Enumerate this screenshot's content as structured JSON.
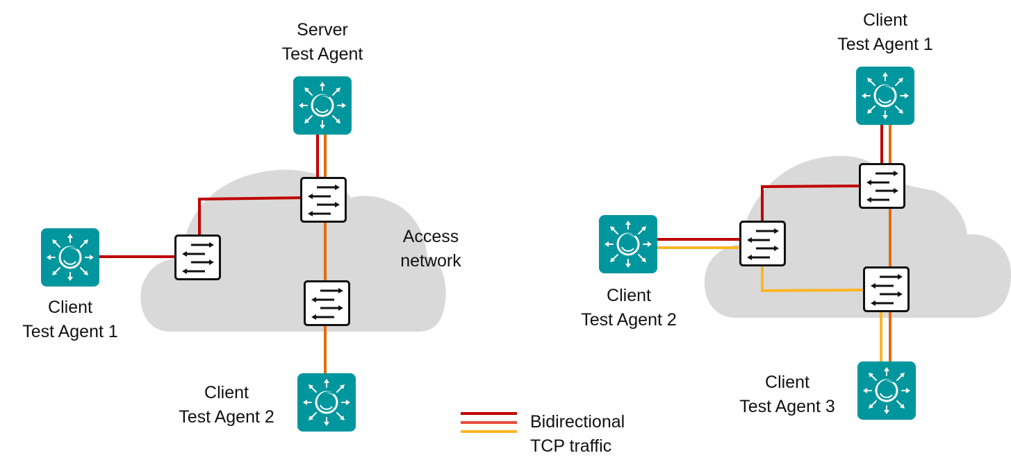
{
  "colors": {
    "agent_teal": "#00969e",
    "cloud_gray": "#d9d9d9",
    "link_red": "#c00000",
    "link_orange": "#e46c0a",
    "link_yellow": "#fbb625",
    "legend_mid": "#e84c3d",
    "switch_border": "#111111",
    "switch_fill": "#ffffff"
  },
  "left_diagram": {
    "cloud_label": [
      "Access",
      "network"
    ],
    "server_agent": {
      "name": "server-test-agent",
      "label": [
        "Server",
        "Test Agent"
      ]
    },
    "client_agent_1": {
      "name": "client-test-agent-1",
      "label": [
        "Client",
        "Test Agent 1"
      ]
    },
    "client_agent_2": {
      "name": "client-test-agent-2",
      "label": [
        "Client",
        "Test Agent 2"
      ]
    },
    "switches": 3
  },
  "right_diagram": {
    "client_agent_1": {
      "name": "client-test-agent-1",
      "label": [
        "Client",
        "Test Agent 1"
      ]
    },
    "client_agent_2": {
      "name": "client-test-agent-2",
      "label": [
        "Client",
        "Test Agent 2"
      ]
    },
    "client_agent_3": {
      "name": "client-test-agent-3",
      "label": [
        "Client",
        "Test Agent 3"
      ]
    },
    "switches": 3
  },
  "legend": {
    "label": [
      "Bidirectional",
      "TCP traffic"
    ],
    "swatches": [
      "#c00000",
      "#e84c3d",
      "#fbb625"
    ]
  }
}
